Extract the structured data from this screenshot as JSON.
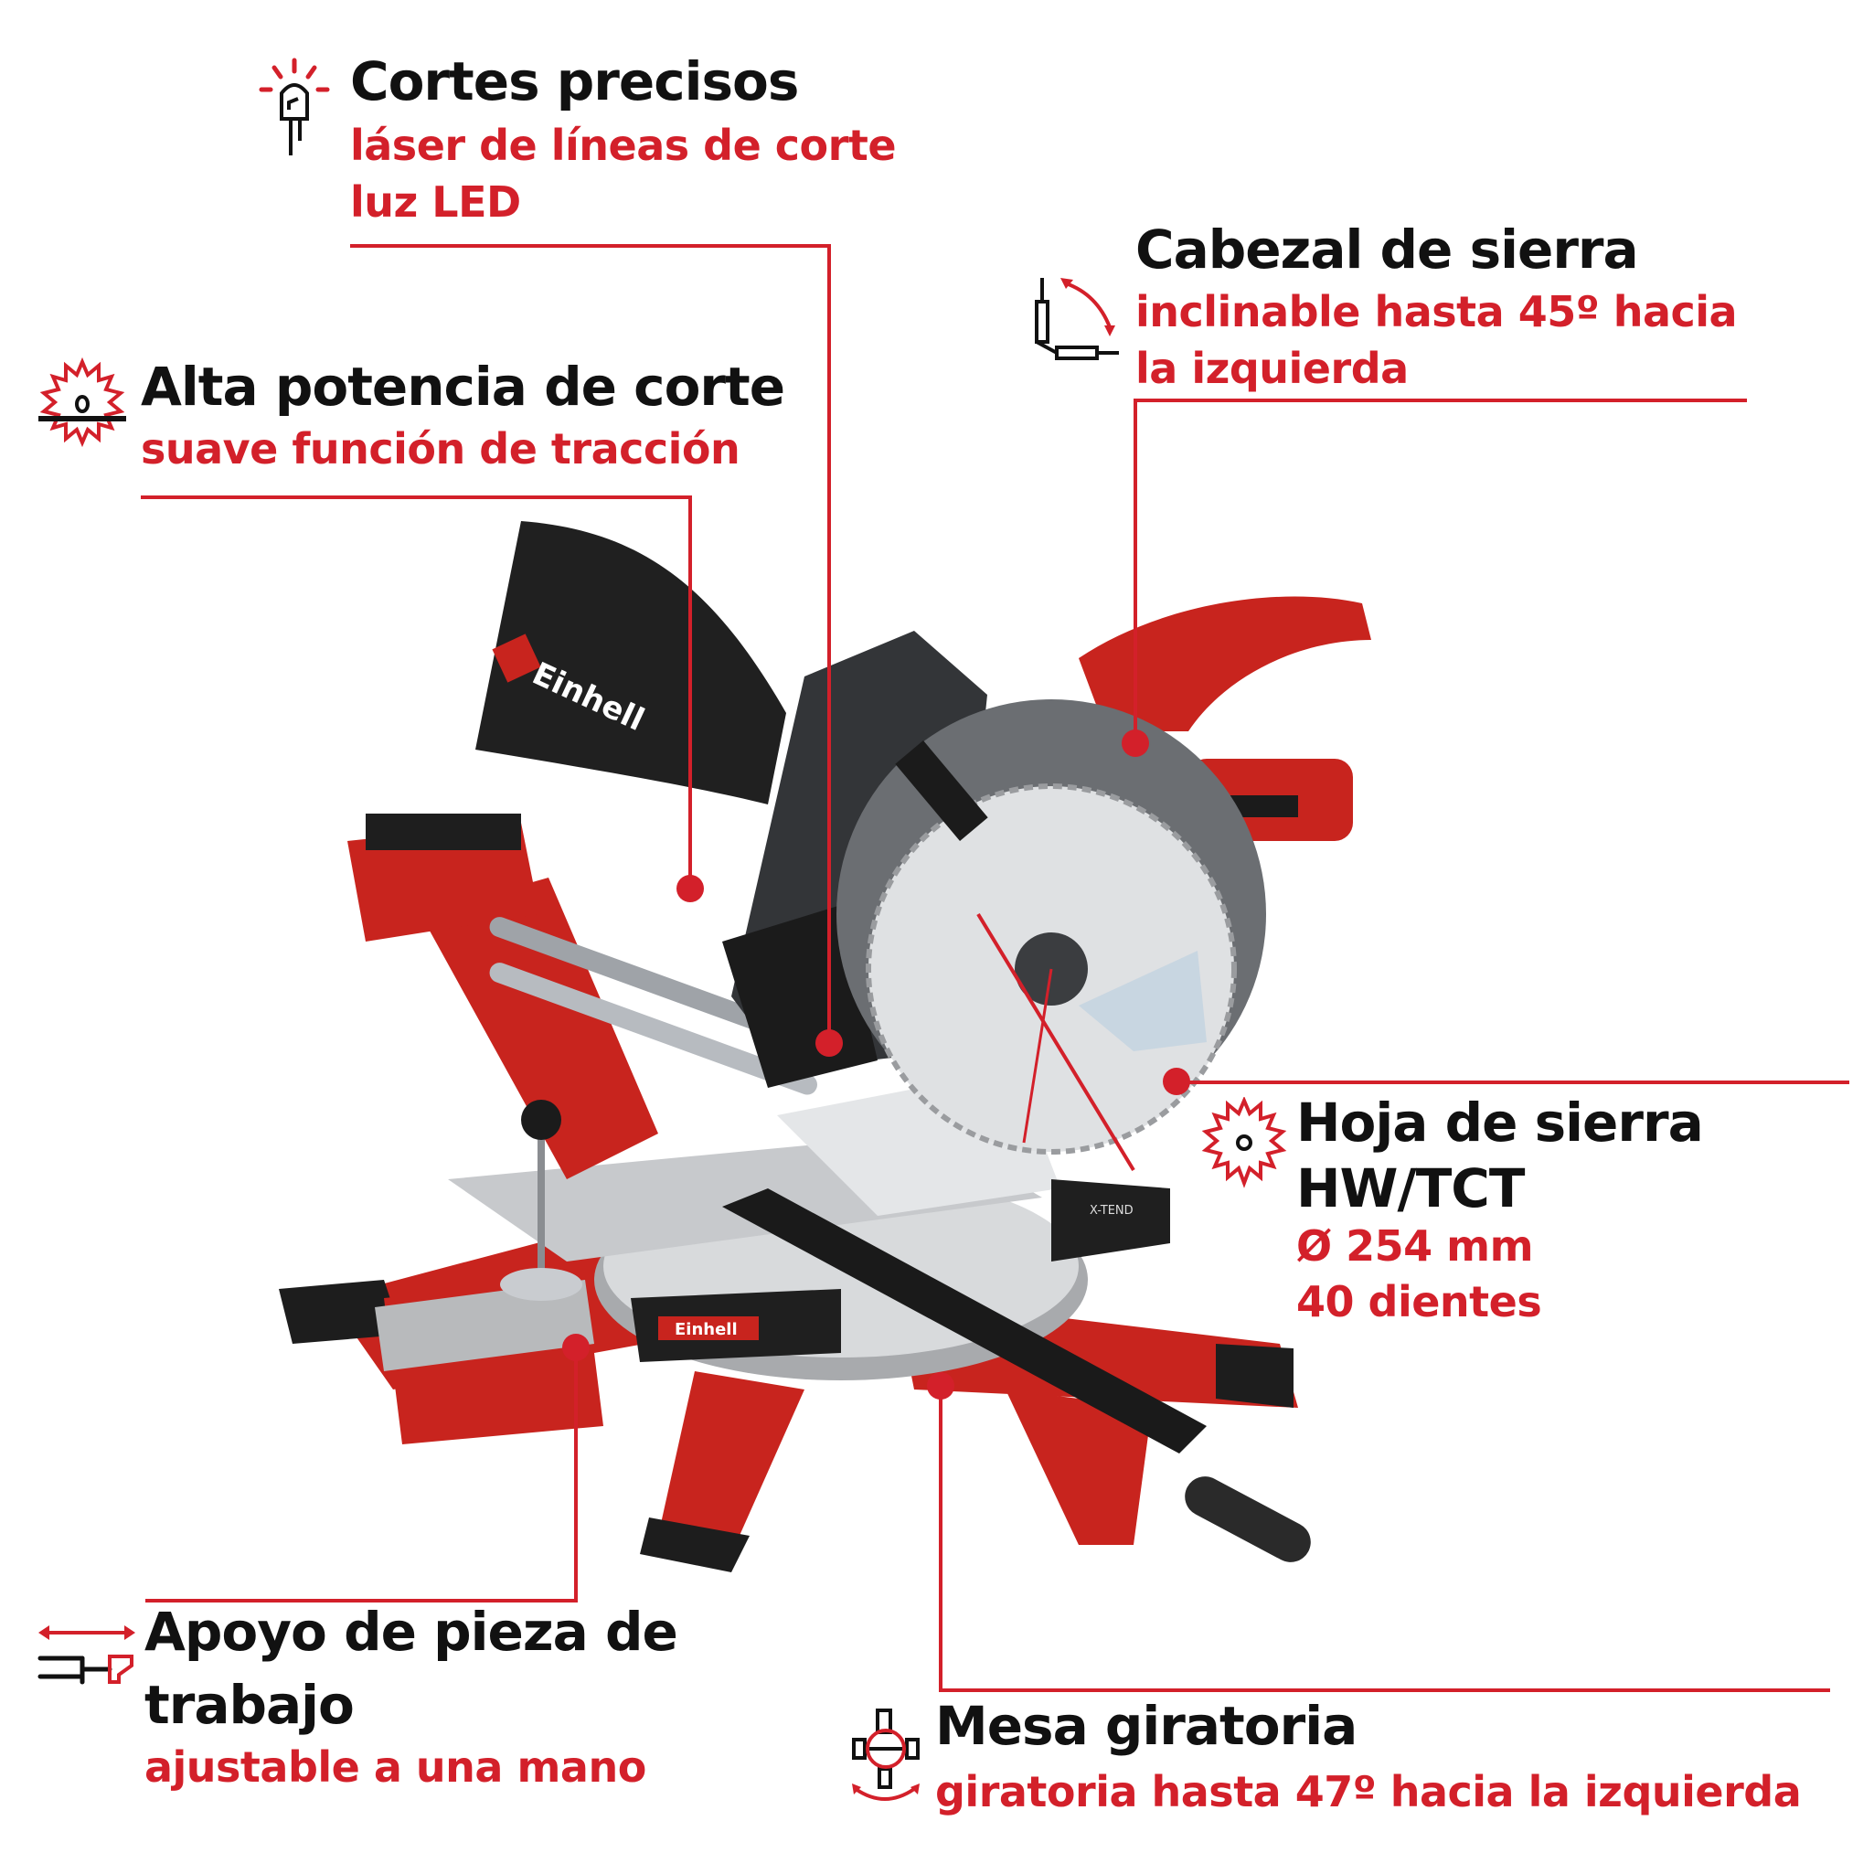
{
  "colors": {
    "accent": "#d3202a",
    "text": "#111111",
    "background": "#ffffff",
    "product_red": "#c8241e",
    "product_dark": "#2b2b2b"
  },
  "product": {
    "brand_label": "Einhell",
    "table_label": "X-TEND"
  },
  "callouts": [
    {
      "id": "cortes",
      "icon": "led-laser-icon",
      "title": "Cortes precisos",
      "lines": [
        "láser de líneas de corte",
        "luz LED"
      ]
    },
    {
      "id": "potencia",
      "icon": "saw-blade-power-icon",
      "title": "Alta potencia de corte",
      "lines": [
        "suave función de tracción"
      ]
    },
    {
      "id": "cabezal",
      "icon": "bevel-tilt-icon",
      "title": "Cabezal de sierra",
      "lines": [
        "inclinable hasta 45º hacia",
        "la izquierda"
      ]
    },
    {
      "id": "hoja",
      "icon": "saw-blade-icon",
      "title_lines": [
        "Hoja de sierra",
        "HW/TCT"
      ],
      "lines": [
        "Ø 254 mm",
        "40 dientes"
      ]
    },
    {
      "id": "apoyo",
      "icon": "workpiece-support-icon",
      "title_lines": [
        "Apoyo de pieza de",
        "trabajo"
      ],
      "lines": [
        "ajustable a una mano"
      ]
    },
    {
      "id": "mesa",
      "icon": "turntable-icon",
      "title": "Mesa giratoria",
      "lines": [
        "giratoria hasta 47º hacia la izquierda"
      ]
    }
  ]
}
